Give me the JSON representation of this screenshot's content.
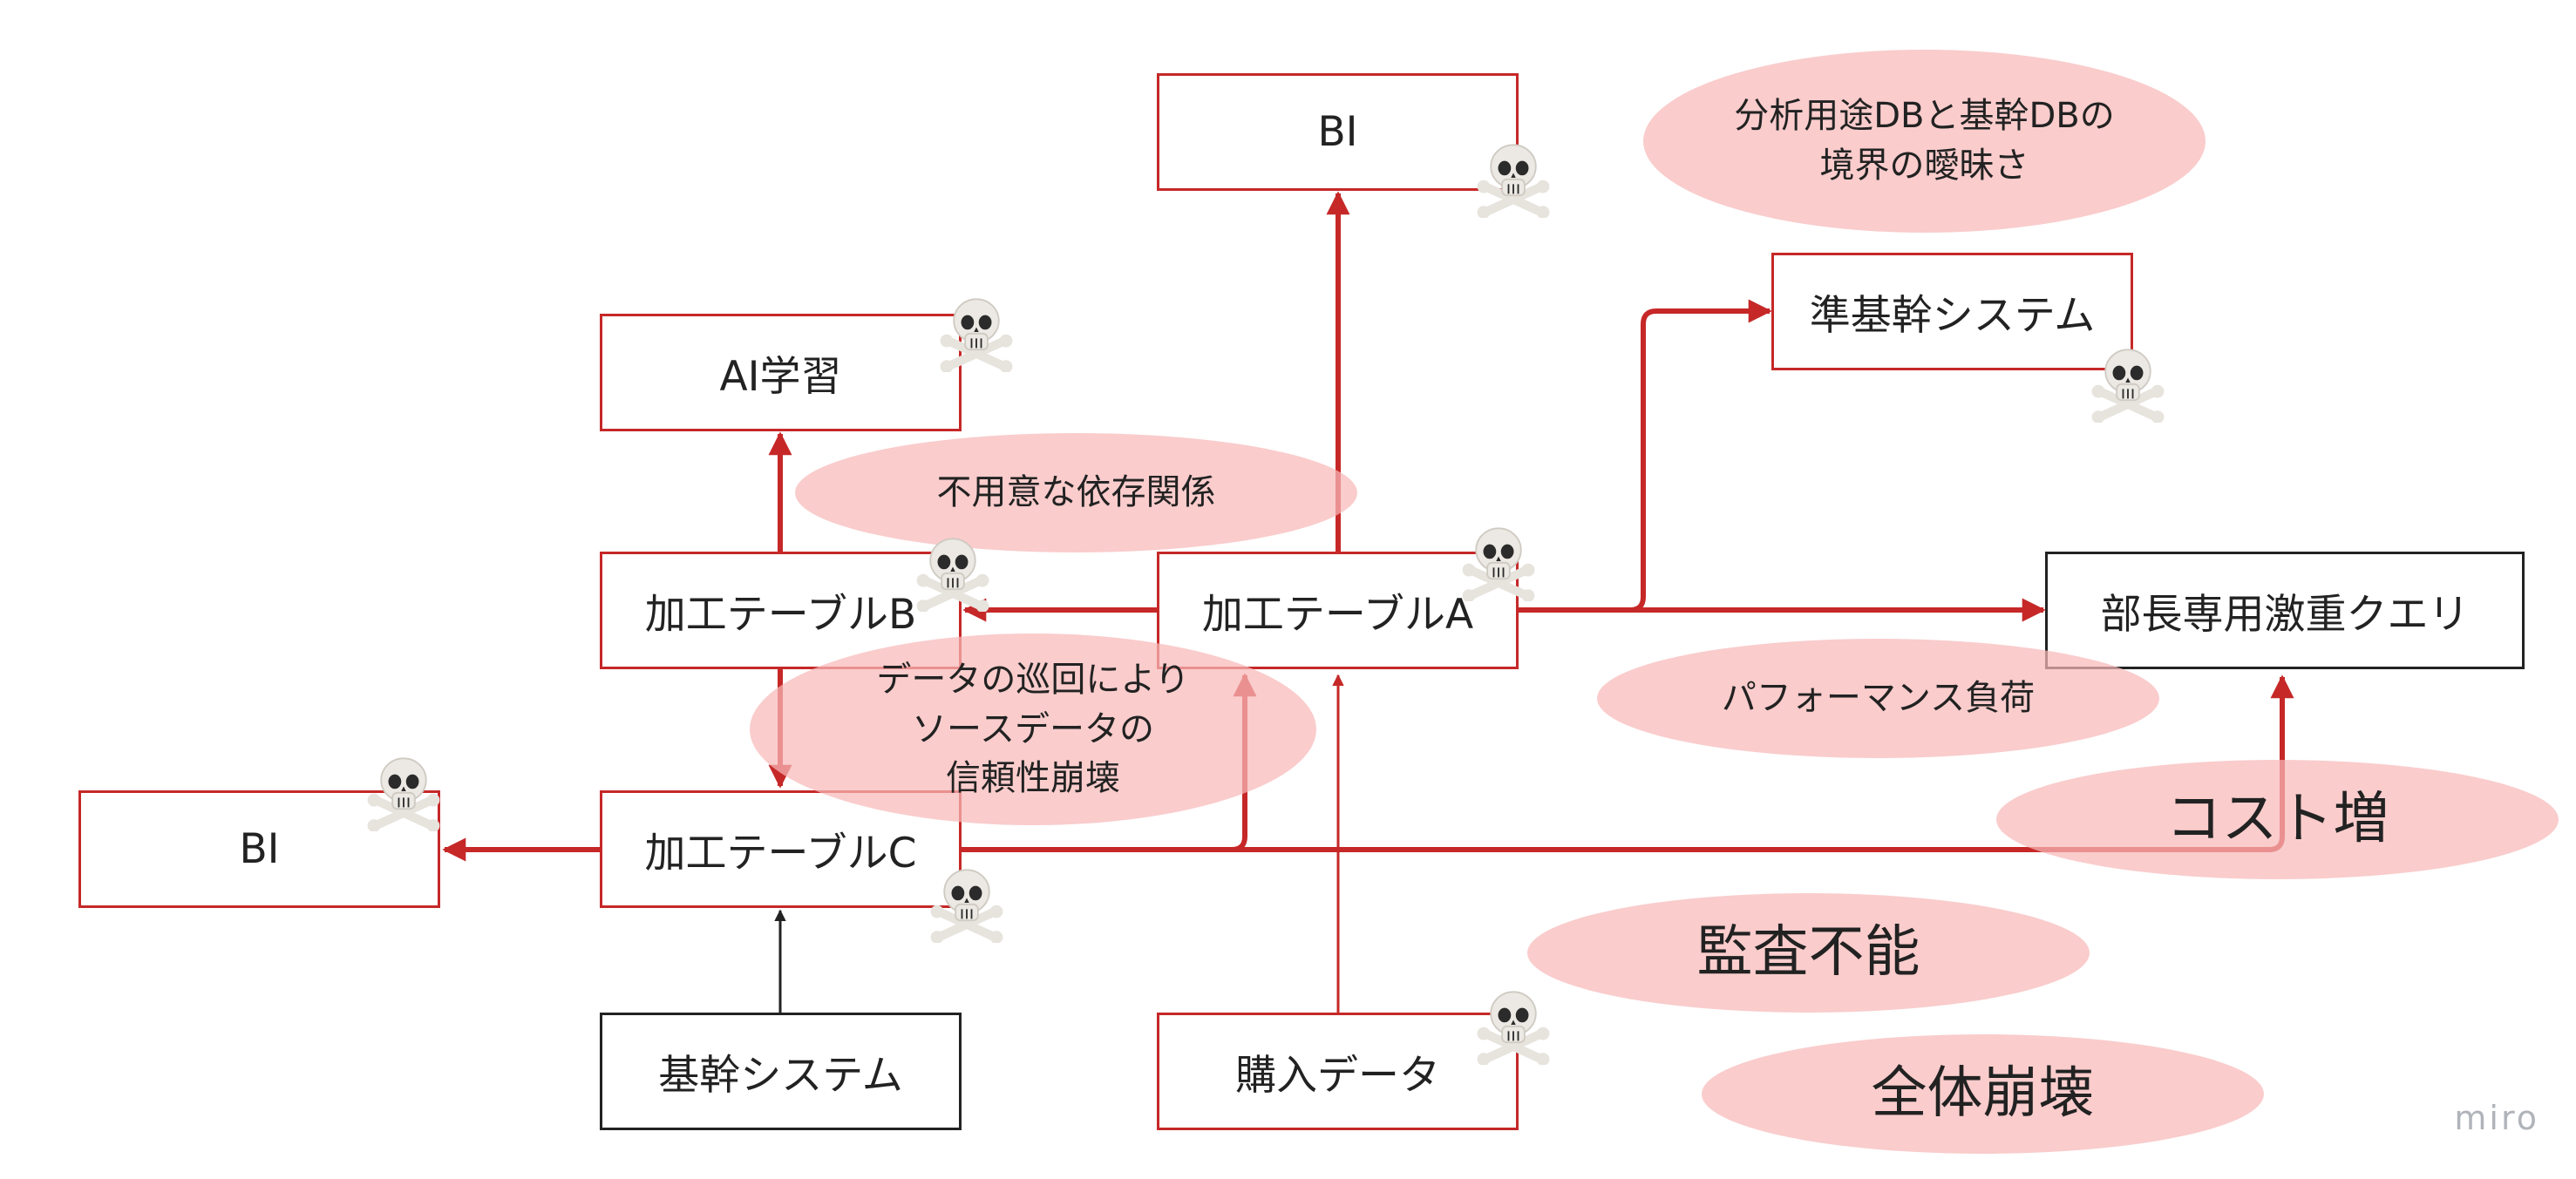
{
  "boxes": {
    "bi_top": "BI",
    "ai": "AI学習",
    "semi_core": "準基幹システム",
    "proc_b": "加工テーブルB",
    "proc_a": "加工テーブルA",
    "manager_query": "部長専用激重クエリ",
    "bi_left": "BI",
    "proc_c": "加工テーブルC",
    "core": "基幹システム",
    "purchase": "購入データ"
  },
  "notes": {
    "boundary": "分析用途DBと基幹DBの\n境界の曖昧さ",
    "dependency": "不用意な依存関係",
    "circulation": "データの巡回により\nソースデータの\n信頼性崩壊",
    "performance": "パフォーマンス負荷",
    "cost": "コスト増",
    "audit": "監査不能",
    "collapse": "全体崩壊"
  },
  "icons": {
    "risk": "skull-crossbones-icon"
  },
  "colors": {
    "red": "#c62828",
    "black": "#222222",
    "pink": "#f8b8b8"
  },
  "watermark": "miro"
}
